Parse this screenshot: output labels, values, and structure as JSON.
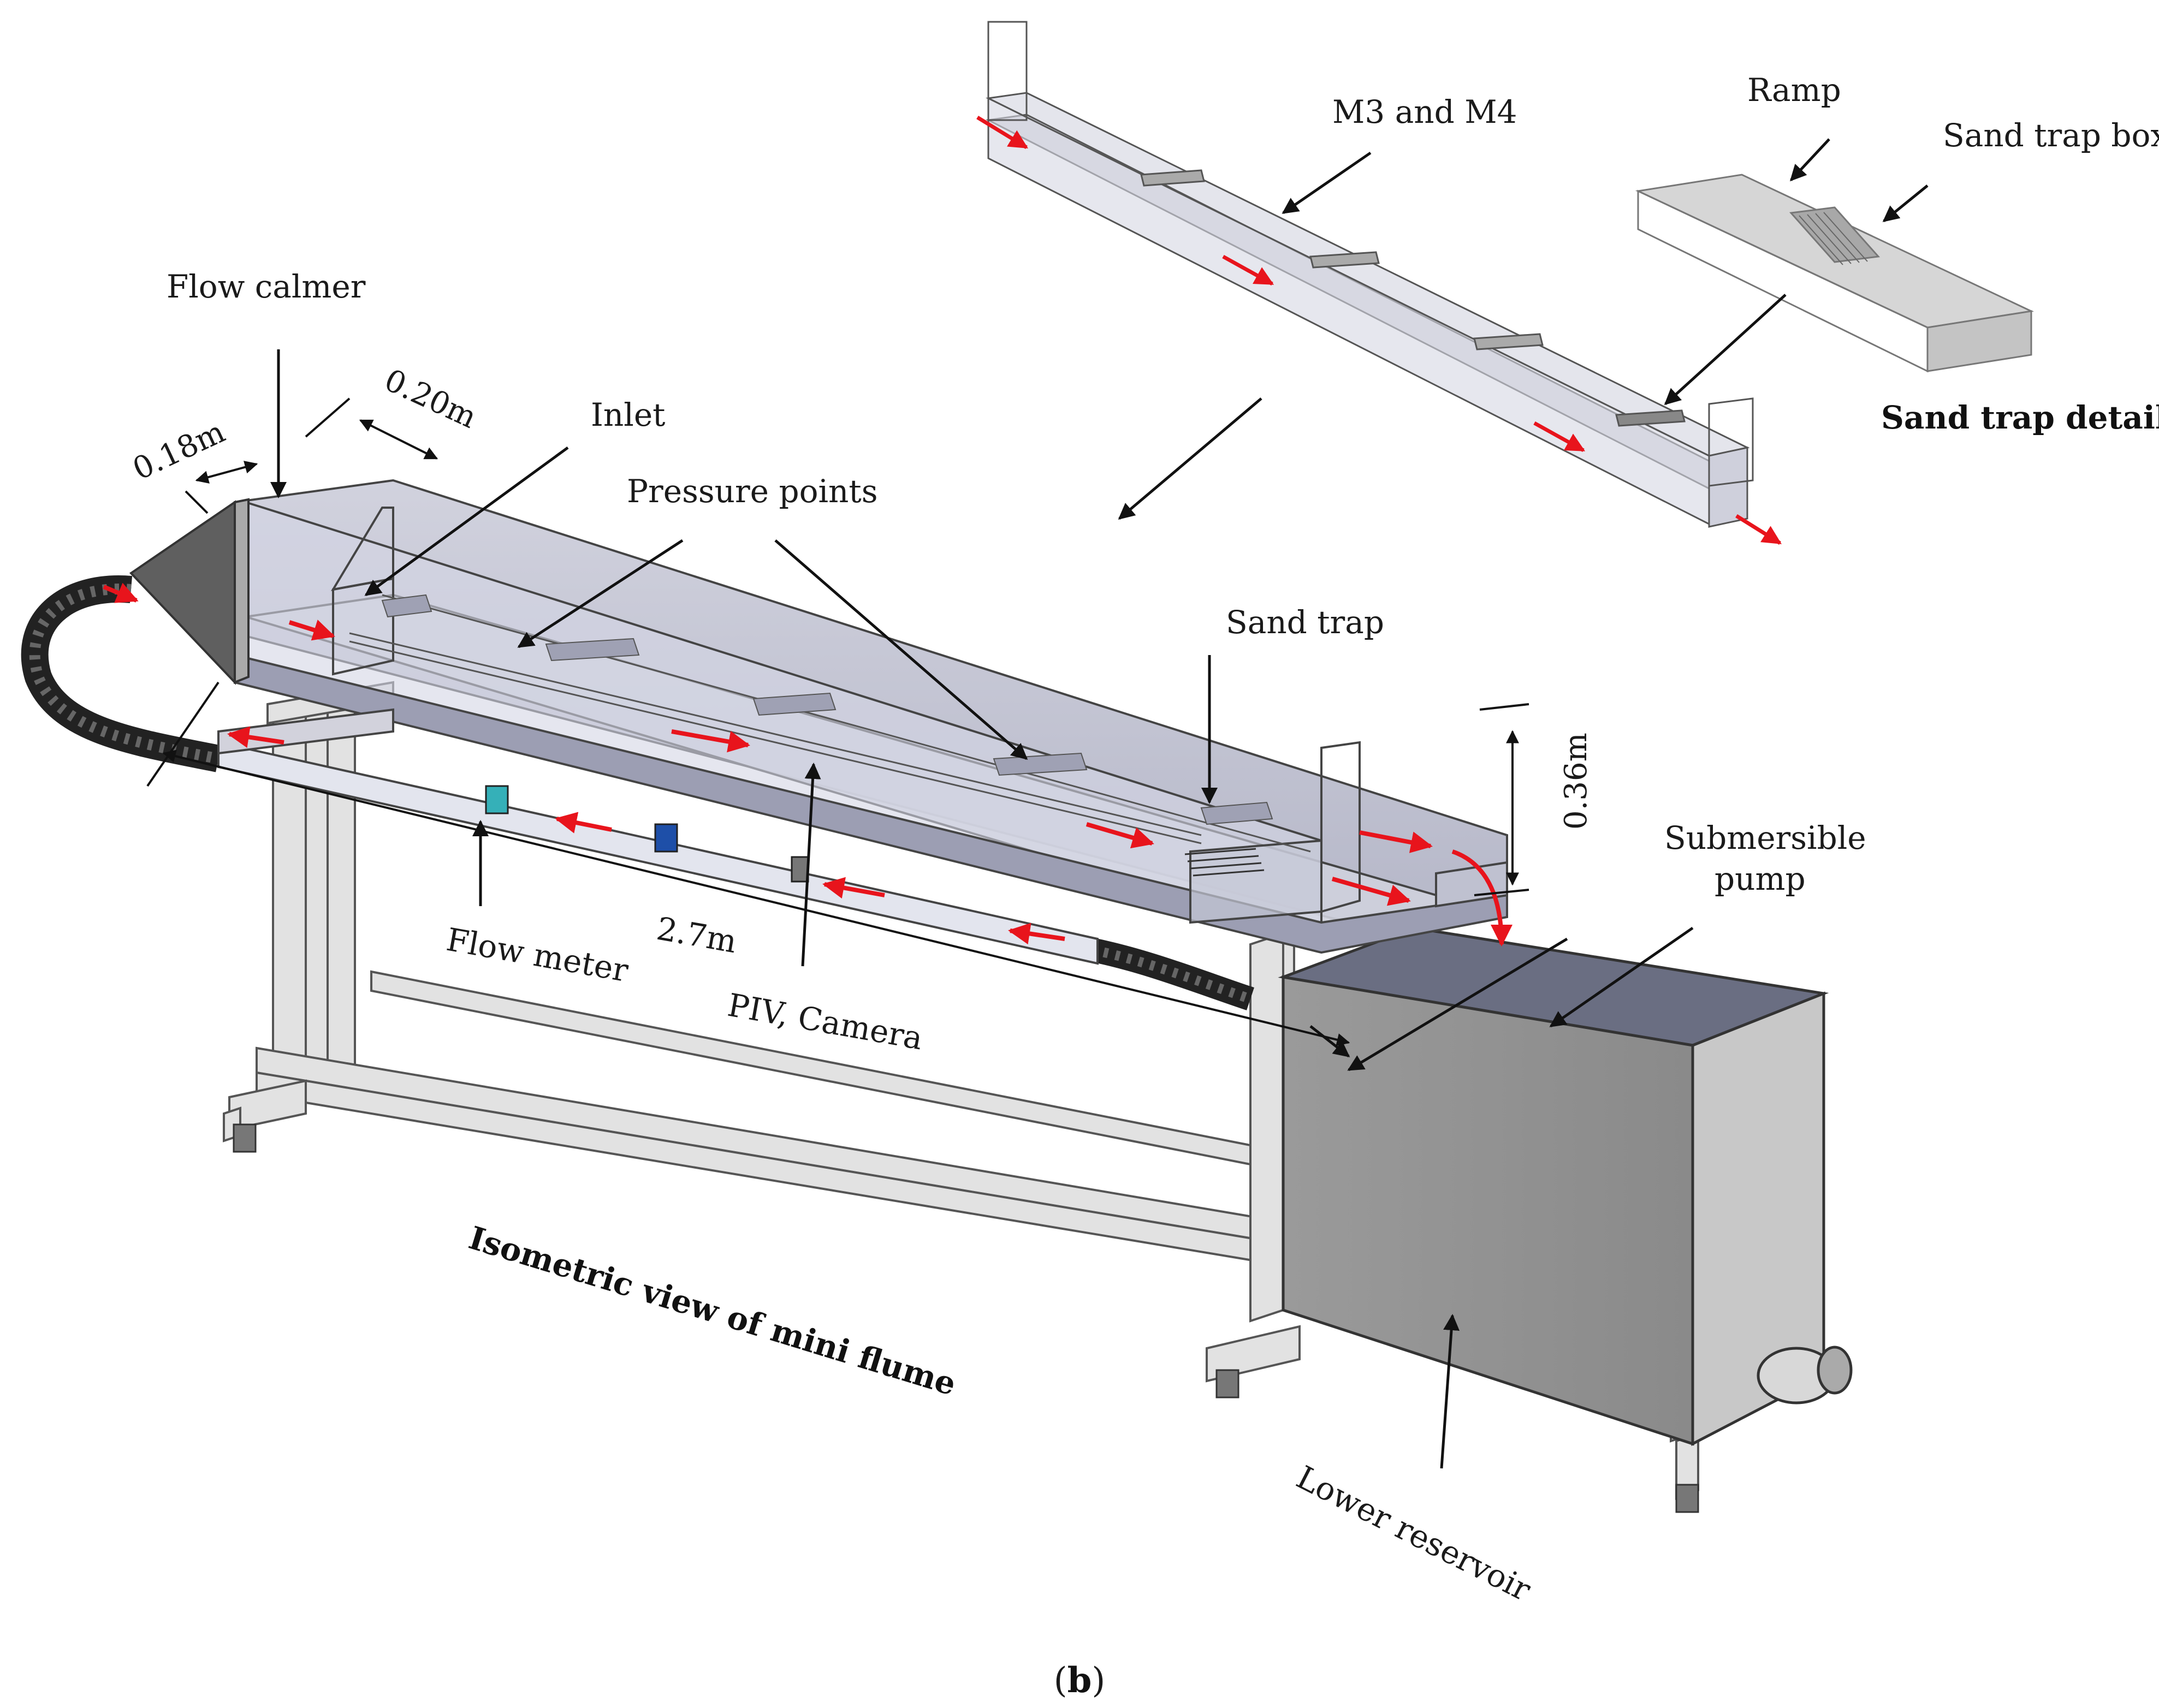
{
  "labels": {
    "flow_calmer": "Flow calmer",
    "dim_020": "0.20m",
    "dim_018": "0.18m",
    "inlet": "Inlet",
    "pressure_points": "Pressure points",
    "sand_trap": "Sand trap",
    "dim_036": "0.36m",
    "submersible_pump": [
      "Submersible",
      "pump"
    ],
    "flow_meter": "Flow meter",
    "dim_27": "2.7m",
    "piv_camera": "PIV, Camera",
    "isometric_caption": "Isometric view of mini flume",
    "lower_reservoir": "Lower reservoir",
    "m3_m4": "M3 and M4",
    "ramp": "Ramp",
    "sand_trap_box": "Sand trap box",
    "sand_trap_details": "Sand trap details"
  },
  "panel_label": {
    "open": "(",
    "letter": "b",
    "close": ")"
  },
  "colors": {
    "flow_arrow": "#e8141c",
    "leader_line": "#111111",
    "reservoir": "#8d8d8d",
    "flume_glass": "#b6b8cc",
    "frame": "#dcdcdc"
  }
}
